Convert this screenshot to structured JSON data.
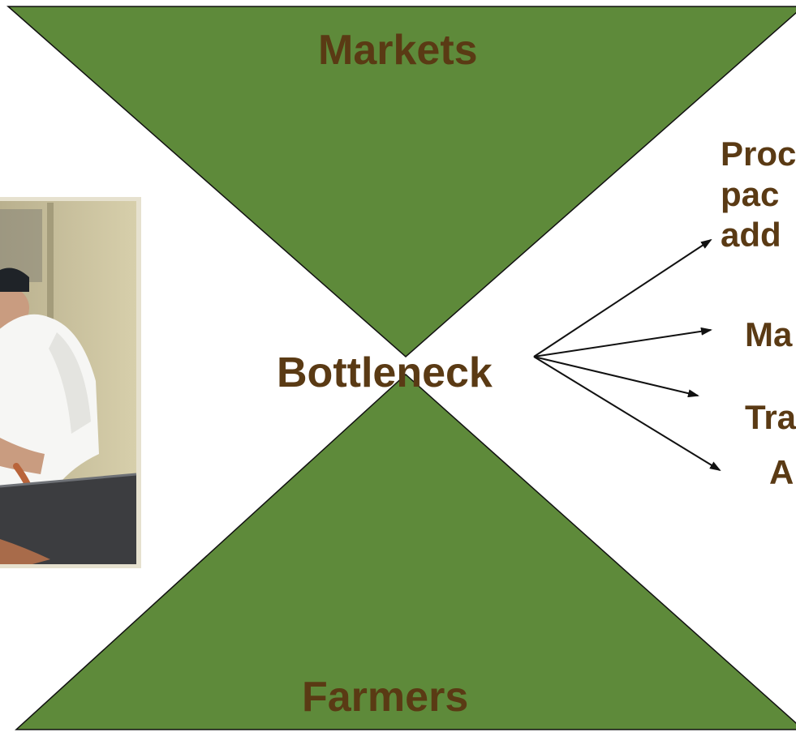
{
  "diagram": {
    "top_label": "Markets",
    "bottom_label": "Farmers",
    "center_label": "Bottleneck",
    "branches": [
      "Proc\npac\nadd",
      "Ma",
      "Tra",
      "A"
    ]
  },
  "colors": {
    "triangle_fill": "#5e8a3a",
    "text": "#5a3a14",
    "outline": "#111111"
  },
  "photo": {
    "subject": "butcher-in-white-coat-at-stainless-table"
  }
}
